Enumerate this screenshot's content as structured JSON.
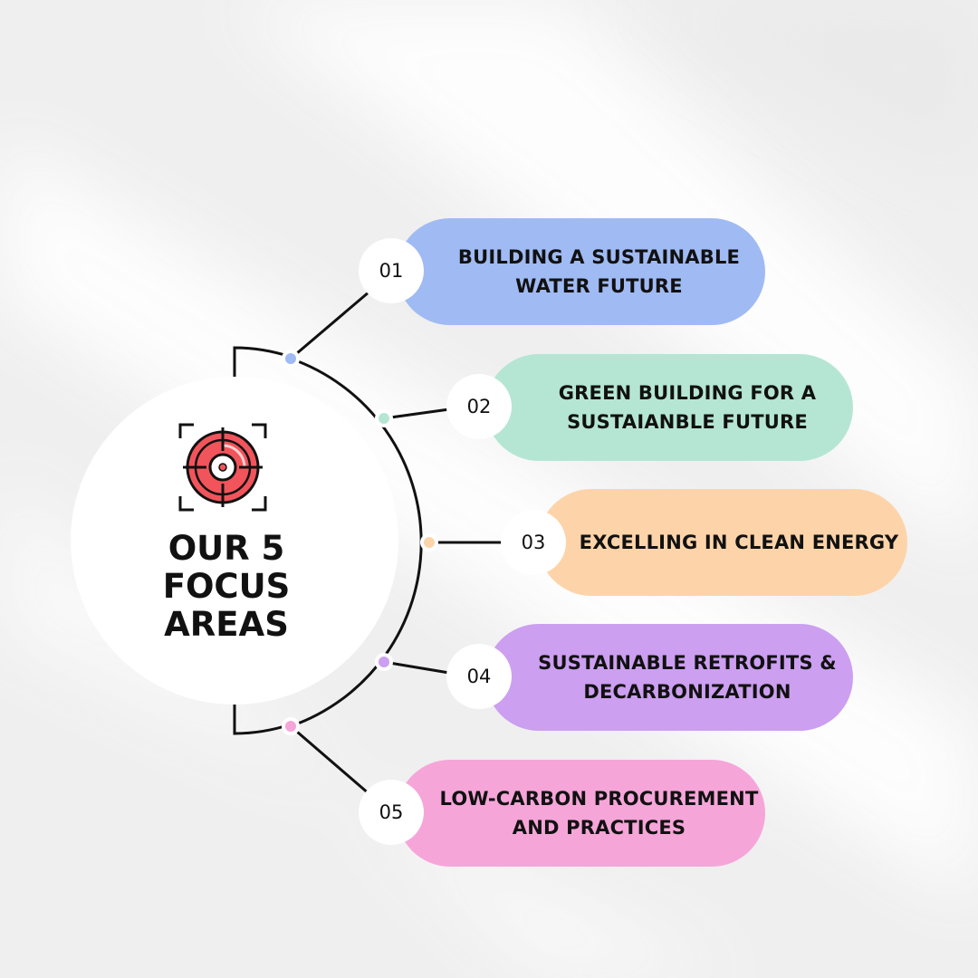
{
  "title": {
    "line1": "OUR 5",
    "line2": "FOCUS",
    "line3": "AREAS"
  },
  "center_icon": "target-icon",
  "colors": {
    "background": "#f1f1f1",
    "area1": "#a0baf3",
    "area2": "#b5e6d3",
    "area3": "#fdd4a9",
    "area4": "#cc9ff1",
    "area5": "#f6a5d9",
    "target_red": "#f2545b"
  },
  "areas": [
    {
      "number": "01",
      "line1": "BUILDING A SUSTAINABLE",
      "line2": "WATER FUTURE"
    },
    {
      "number": "02",
      "line1": "GREEN BUILDING FOR A",
      "line2": "SUSTAIANBLE FUTURE"
    },
    {
      "number": "03",
      "line1": "EXCELLING IN CLEAN ENERGY",
      "line2": ""
    },
    {
      "number": "04",
      "line1": "SUSTAINABLE RETROFITS &",
      "line2": "DECARBONIZATION"
    },
    {
      "number": "05",
      "line1": "LOW-CARBON PROCUREMENT",
      "line2": "AND PRACTICES"
    }
  ]
}
